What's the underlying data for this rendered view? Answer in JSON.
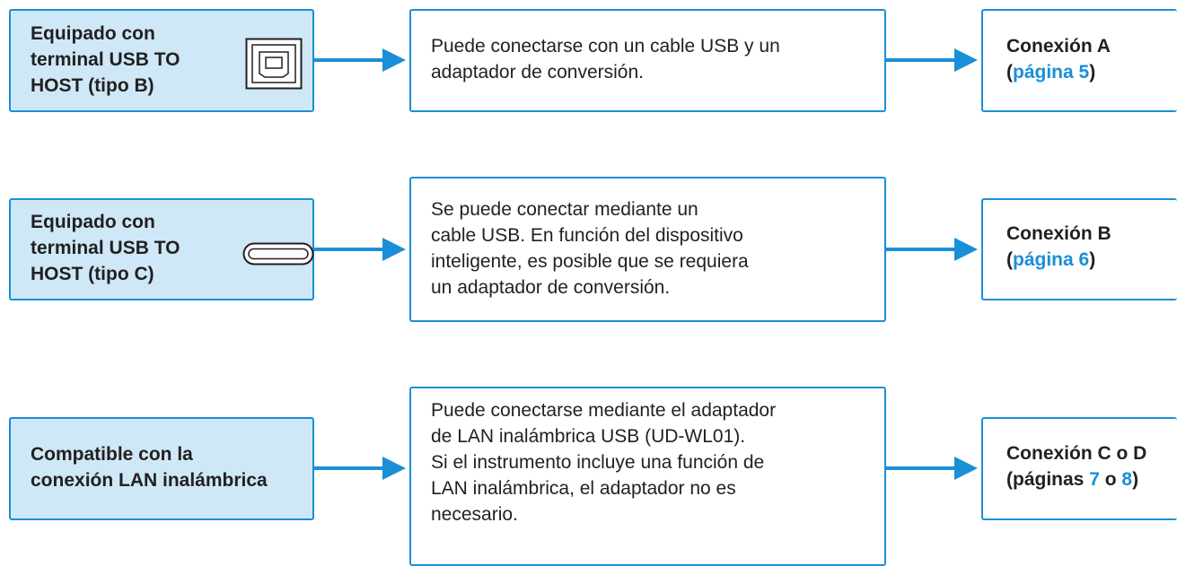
{
  "rows": [
    {
      "left": "Equipado con\nterminal USB TO\nHOST (tipo B)",
      "icon": "usb-type-b-port-icon",
      "middle": "Puede conectarse con un cable USB y un\nadaptador de conversión.",
      "right": {
        "title": "Conexión A",
        "open": "(",
        "prefix": "",
        "page1": "página 5",
        "mid": "",
        "page2": "",
        "close": ")"
      }
    },
    {
      "left": "Equipado con\nterminal USB TO\nHOST (tipo C)",
      "icon": "usb-type-c-port-icon",
      "middle": "Se puede conectar mediante un\ncable USB. En función del dispositivo\ninteligente, es posible que se requiera\nun adaptador de conversión.",
      "right": {
        "title": "Conexión B",
        "open": "(",
        "prefix": "",
        "page1": "página 6",
        "mid": "",
        "page2": "",
        "close": ")"
      }
    },
    {
      "left": "Compatible con la\nconexión LAN inalámbrica",
      "icon": "",
      "middle": "Puede conectarse mediante el adaptador\nde LAN inalámbrica USB (UD-WL01).\nSi el instrumento incluye una función de\nLAN inalámbrica, el adaptador no es\nnecesario.",
      "right": {
        "title": "Conexión C o D",
        "open": "(",
        "prefix": "páginas ",
        "page1": "7",
        "mid": " o ",
        "page2": "8",
        "close": ")"
      }
    }
  ],
  "colors": {
    "accent": "#1a8fd8",
    "left_fill": "#cfe8f7",
    "text": "#231f20"
  }
}
